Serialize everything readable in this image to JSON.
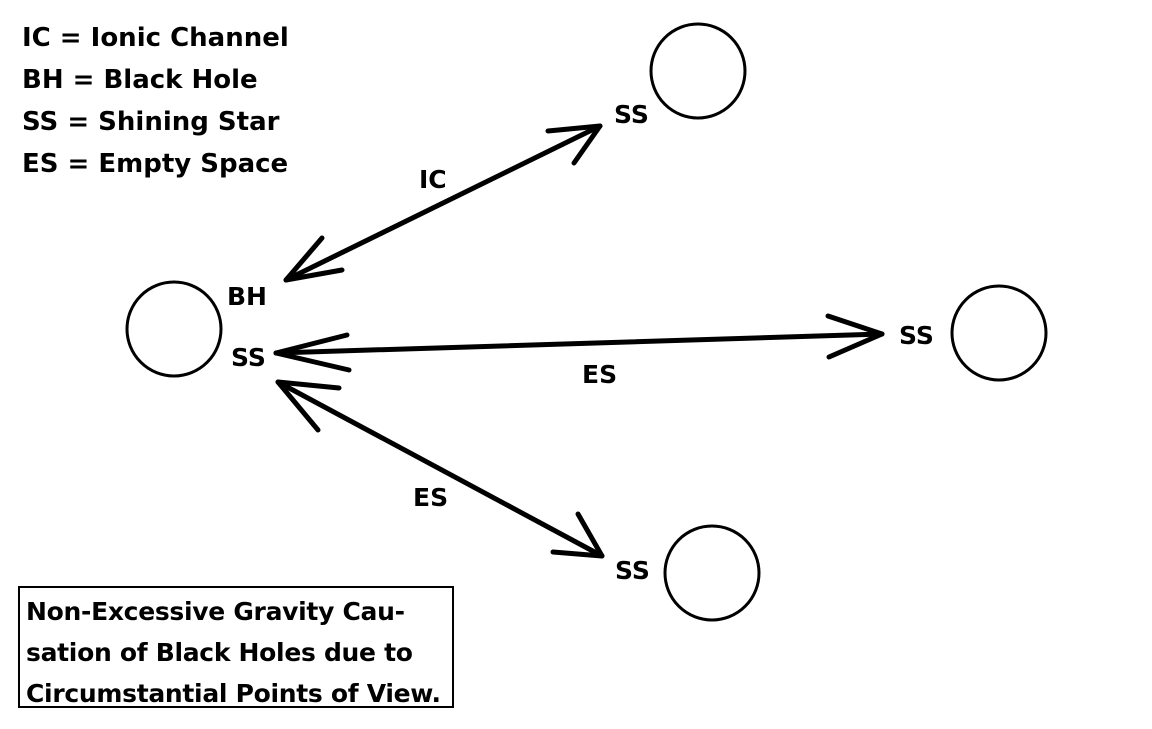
{
  "legend": [
    "IC = Ionic Channel",
    "BH = Black Hole",
    "SS = Shining Star",
    "ES = Empty Space"
  ],
  "nodes": {
    "left_bh": "BH",
    "left_ss": "SS",
    "top_ss": "SS",
    "right_ss": "SS",
    "bottom_ss": "SS"
  },
  "edges": {
    "top_label": "IC",
    "middle_label": "ES",
    "bottom_label": "ES"
  },
  "caption": [
    "Non-Excessive Gravity Cau-",
    "sation of Black Holes due to",
    "Circumstantial Points of View."
  ]
}
